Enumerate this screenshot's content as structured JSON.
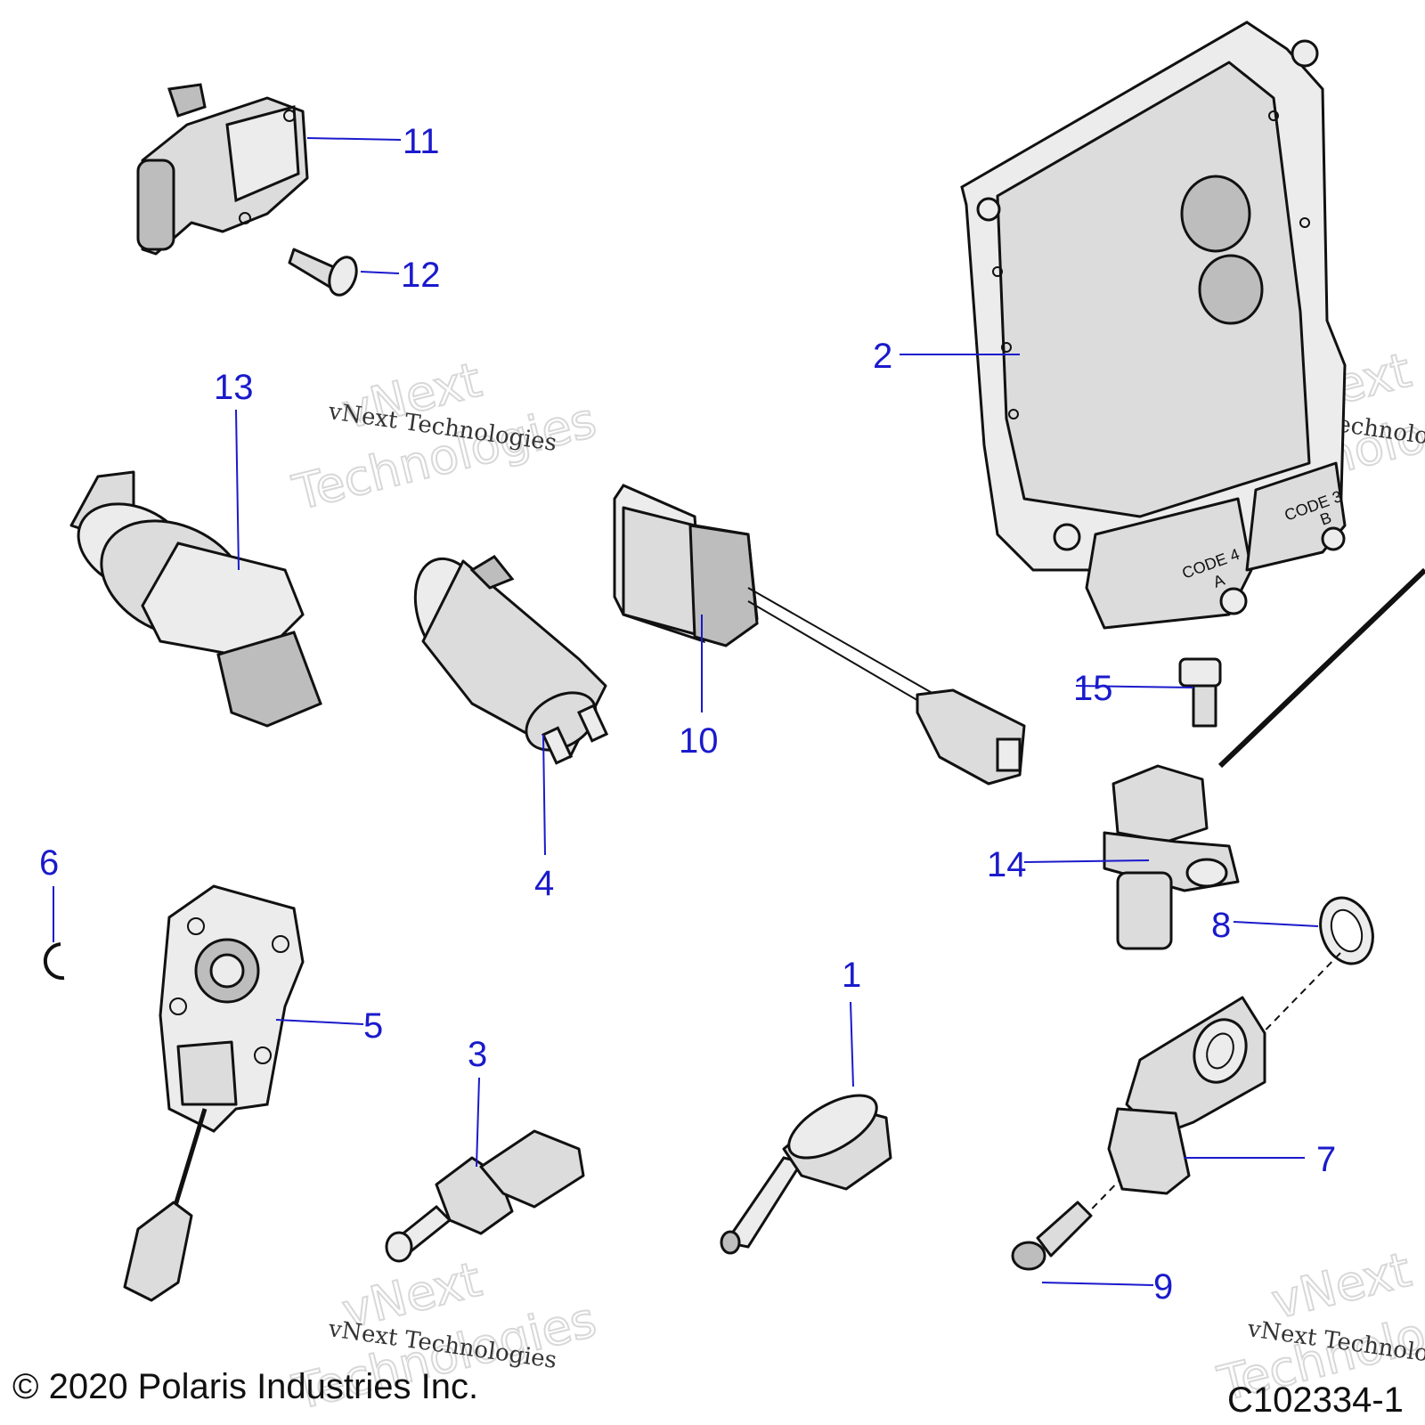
{
  "callouts": [
    {
      "id": "c1",
      "label": "1"
    },
    {
      "id": "c2",
      "label": "2"
    },
    {
      "id": "c3",
      "label": "3"
    },
    {
      "id": "c4",
      "label": "4"
    },
    {
      "id": "c5",
      "label": "5"
    },
    {
      "id": "c6",
      "label": "6"
    },
    {
      "id": "c7",
      "label": "7"
    },
    {
      "id": "c8",
      "label": "8"
    },
    {
      "id": "c9",
      "label": "9"
    },
    {
      "id": "c10",
      "label": "10"
    },
    {
      "id": "c11",
      "label": "11"
    },
    {
      "id": "c12",
      "label": "12"
    },
    {
      "id": "c13",
      "label": "13"
    },
    {
      "id": "c14",
      "label": "14"
    },
    {
      "id": "c15",
      "label": "15"
    }
  ],
  "ecu_labels": {
    "code4": "CODE  4",
    "code4_letter": "A",
    "code3": "CODE  3",
    "code3_letter": "B"
  },
  "watermark": {
    "small": "vNext Technologies",
    "big_line1": "vNext",
    "big_line2": "Technologies"
  },
  "footer": {
    "copyright": "© 2020 Polaris Industries Inc.",
    "figure_id": "C102334-1"
  },
  "colors": {
    "callout": "#1a1acc",
    "line_art": "#111111"
  }
}
